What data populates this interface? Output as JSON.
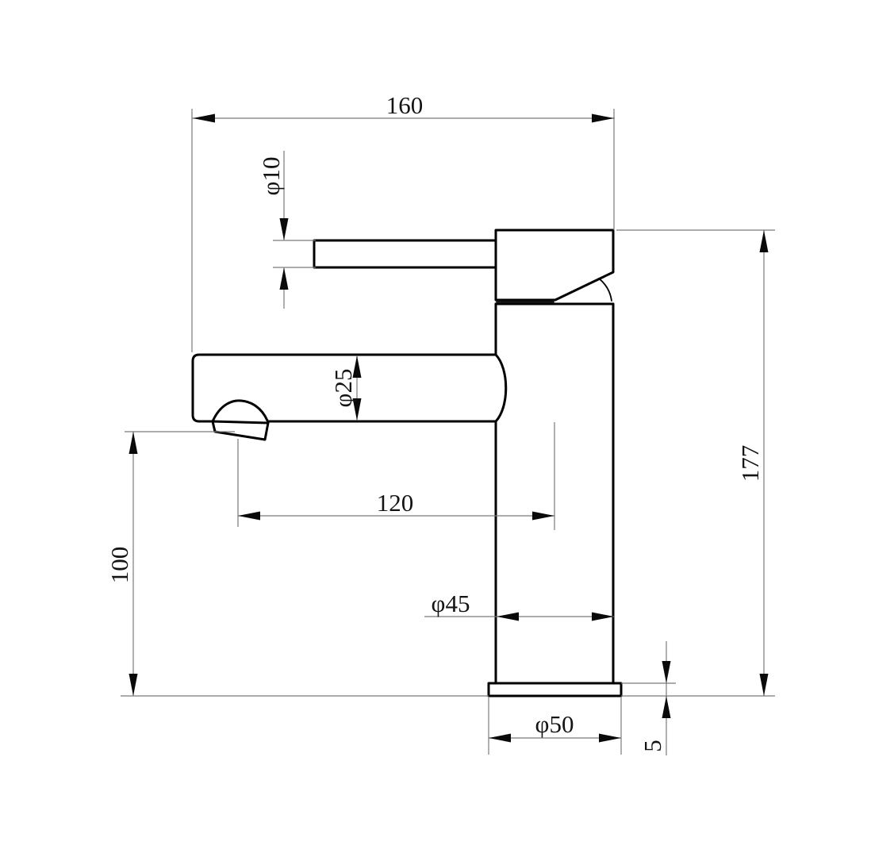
{
  "drawing": {
    "kind": "faucet-dimension-drawing",
    "view": "side-elevation",
    "labels": {
      "overall_width": "160",
      "handle_stem_diameter": "φ10",
      "spout_diameter": "φ25",
      "spout_reach": "120",
      "spout_height": "100",
      "overall_height": "177",
      "body_diameter": "φ45",
      "base_diameter": "φ50",
      "base_plate_thickness": "5"
    },
    "colors": {
      "outline": "#000000",
      "dimension_lines": "#7a7a7a",
      "text": "#141414",
      "background": "#ffffff"
    }
  }
}
